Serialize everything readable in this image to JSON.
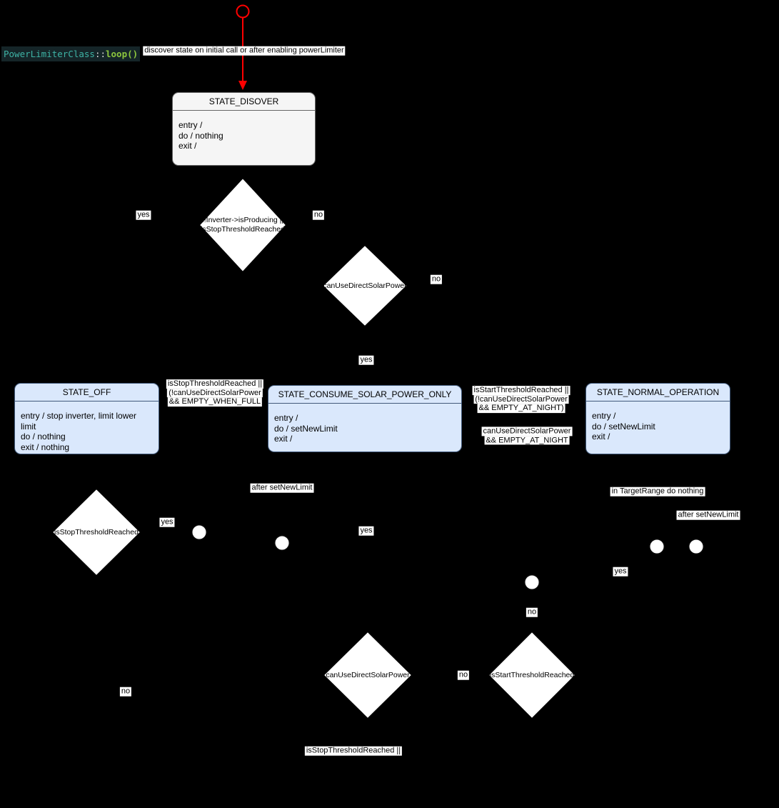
{
  "background_color": "#000000",
  "accent_red": "#ff0000",
  "state_fill_gray": "#f5f5f5",
  "state_fill_blue": "#dae8fc",
  "code_badge": {
    "class_name": "PowerLimiterClass",
    "separator": "::",
    "method_name": "loop()"
  },
  "states": {
    "discover": {
      "title": "STATE_DISOVER",
      "entry": "entry /",
      "do": "do / nothing",
      "exit": "exit /"
    },
    "off": {
      "title": "STATE_OFF",
      "entry": "entry / stop inverter, limit lower limit",
      "do": "do / nothing",
      "exit": "exit / nothing"
    },
    "consume_solar": {
      "title": "STATE_CONSUME_SOLAR_POWER_ONLY",
      "entry": "entry /",
      "do": "do / setNewLimit",
      "exit": "exit /"
    },
    "normal_operation": {
      "title": "STATE_NORMAL_OPERATION",
      "entry": "entry /",
      "do": "do / setNewLimit",
      "exit": "exit /"
    }
  },
  "decisions": {
    "producing_or_stop": {
      "line1": "!!Inverter->isProducing ||",
      "line2": "isStopThresholdReached"
    },
    "can_use_direct_solar_top": {
      "line1": "canUseDirectSolarPower"
    },
    "stop_threshold": {
      "line1": "isStopThresholdReached"
    },
    "can_use_direct_solar_bottom": {
      "line1": "canUseDirectSolarPower"
    },
    "start_threshold": {
      "line1": "isStartThresholdReached"
    }
  },
  "labels": {
    "discover_note": "discover state on initial call or after enabling powerLimiter",
    "yes_d1": "yes",
    "no_d1": "no",
    "no_d2": "no",
    "yes_d2": "yes",
    "off_transition": {
      "line1": "isStopThresholdReached ||",
      "line2": "(!canUseDirectSolarPower",
      "line3": "&& EMPTY_WHEN_FULL"
    },
    "start_transition": {
      "line1": "isStartThresholdReached ||",
      "line2": "(!canUseDirectSolarPower",
      "line3": "&& EMPTY_AT_NIGHT)"
    },
    "night_transition": {
      "line1": "canUseDirectSolarPower",
      "line2": "&& EMPTY_AT_NIGHT"
    },
    "after_set_new_limit_left": "after setNewLimit",
    "yes_d3": "yes",
    "yes_mid": "yes",
    "in_target_range_note": "in TargetRange do nothing",
    "after_set_new_limit_right": "after setNewLimit",
    "yes_right": "yes",
    "no_junction": "no",
    "no_d3": "no",
    "no_d4": "no",
    "bottom_condition": "isStopThresholdReached ||"
  }
}
